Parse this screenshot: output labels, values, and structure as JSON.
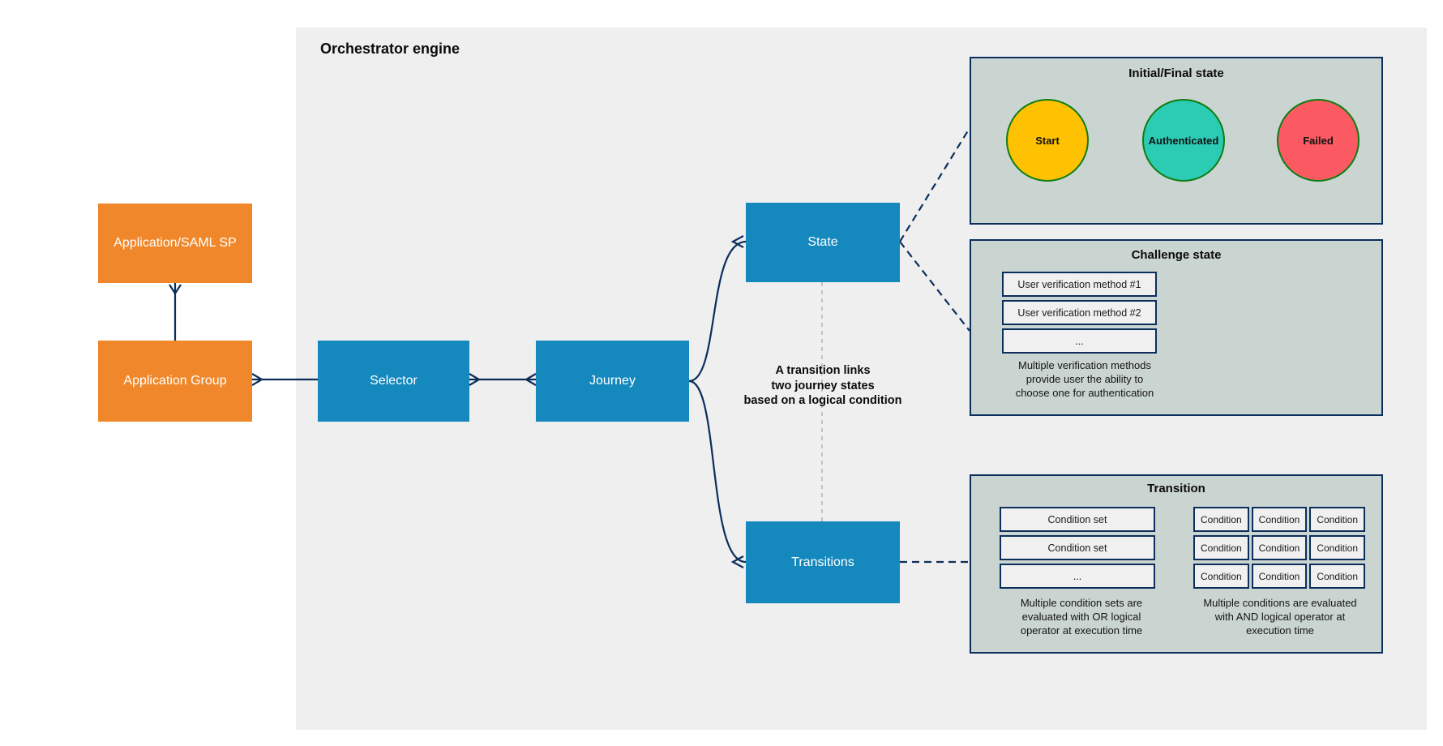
{
  "engine": {
    "title": "Orchestrator engine"
  },
  "nodes": {
    "app_saml": {
      "label": "Application/SAML SP"
    },
    "app_group": {
      "label": "Application Group"
    },
    "selector": {
      "label": "Selector"
    },
    "journey": {
      "label": "Journey"
    },
    "state": {
      "label": "State"
    },
    "transitions": {
      "label": "Transitions"
    }
  },
  "annotation_lines": [
    "A transition links",
    "two journey states",
    "based on a logical condition"
  ],
  "panels": {
    "initial_final": {
      "title": "Initial/Final state",
      "circles": [
        {
          "label": "Start",
          "color": "#FFC203"
        },
        {
          "label": "Authenticated",
          "color": "#2CCBB3"
        },
        {
          "label": "Failed",
          "color": "#FC5A62"
        }
      ]
    },
    "challenge": {
      "title": "Challenge state",
      "methods": [
        "User verification method #1",
        "User verification method #2",
        "..."
      ],
      "caption_lines": [
        "Multiple verification methods",
        "provide user the ability to",
        "choose one for authentication"
      ]
    },
    "transition": {
      "title": "Transition",
      "condition_sets": [
        "Condition set",
        "Condition set",
        "..."
      ],
      "conditions": [
        [
          "Condition",
          "Condition",
          "Condition"
        ],
        [
          "Condition",
          "Condition",
          "Condition"
        ],
        [
          "Condition",
          "Condition",
          "Condition"
        ]
      ],
      "caption_or_lines": [
        "Multiple condition sets are",
        "evaluated with OR logical",
        "operator at execution time"
      ],
      "caption_and_lines": [
        "Multiple conditions are evaluated",
        "with AND logical operator at",
        "execution time"
      ]
    }
  },
  "colors": {
    "engine_background": "#EFEFEF",
    "node_orange": "#F0882B",
    "node_blue": "#1589BD",
    "panel_fill": "#CAD4D1",
    "line_navy": "#0C2E5B",
    "circle_border_green": "#0E7D12",
    "inner_box_fill": "#F0F0F0",
    "gray_dash": "#B4B4B4"
  }
}
